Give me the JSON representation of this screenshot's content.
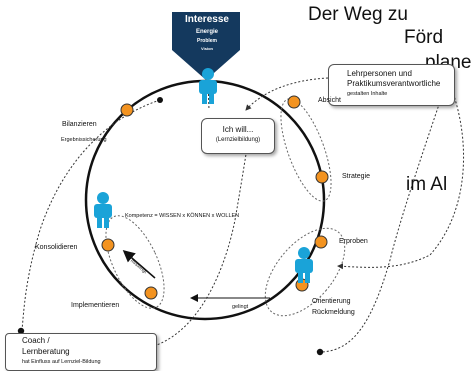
{
  "headline": {
    "line1": "Der Weg zu",
    "line2": "Förd",
    "line3": "plane",
    "line4": "im Al"
  },
  "top_badge": {
    "title": "Interesse",
    "items": [
      "Energie",
      "Problem",
      "Vision"
    ]
  },
  "center_box": {
    "line1": "Ich will...",
    "line2": "(Lernzielbildung)"
  },
  "stations": {
    "bilanzieren": "Bilanzieren",
    "ergebnissicherung": "Ergebnissicherung",
    "absicht": "Absicht",
    "strategie": "Strategie",
    "erproben": "Erproben",
    "orientierung": "Orientierung",
    "rueckmeldung": "Rückmeldung",
    "konsolidieren": "Konsolidieren",
    "implementieren": "Implementieren"
  },
  "kompetenz": "Kompetenz = WISSEN x KÖNNEN x WOLLEN",
  "arrows": {
    "gelingt": "gelingt",
    "misslingt": "misslingt"
  },
  "box_teachers": {
    "line1": "Lehrpersonen und",
    "line2": "Praktikumsverantwortliche",
    "line3": "gestalten Inhalte"
  },
  "box_coach": {
    "line1": "Coach /",
    "line2": "Lernberatung",
    "line3": "hat Einfluss auf Lernziel-Bildung"
  },
  "colors": {
    "node_fill": "#f39320",
    "person": "#1aa3d8",
    "badge": "#14395e",
    "ring": "#111111"
  }
}
